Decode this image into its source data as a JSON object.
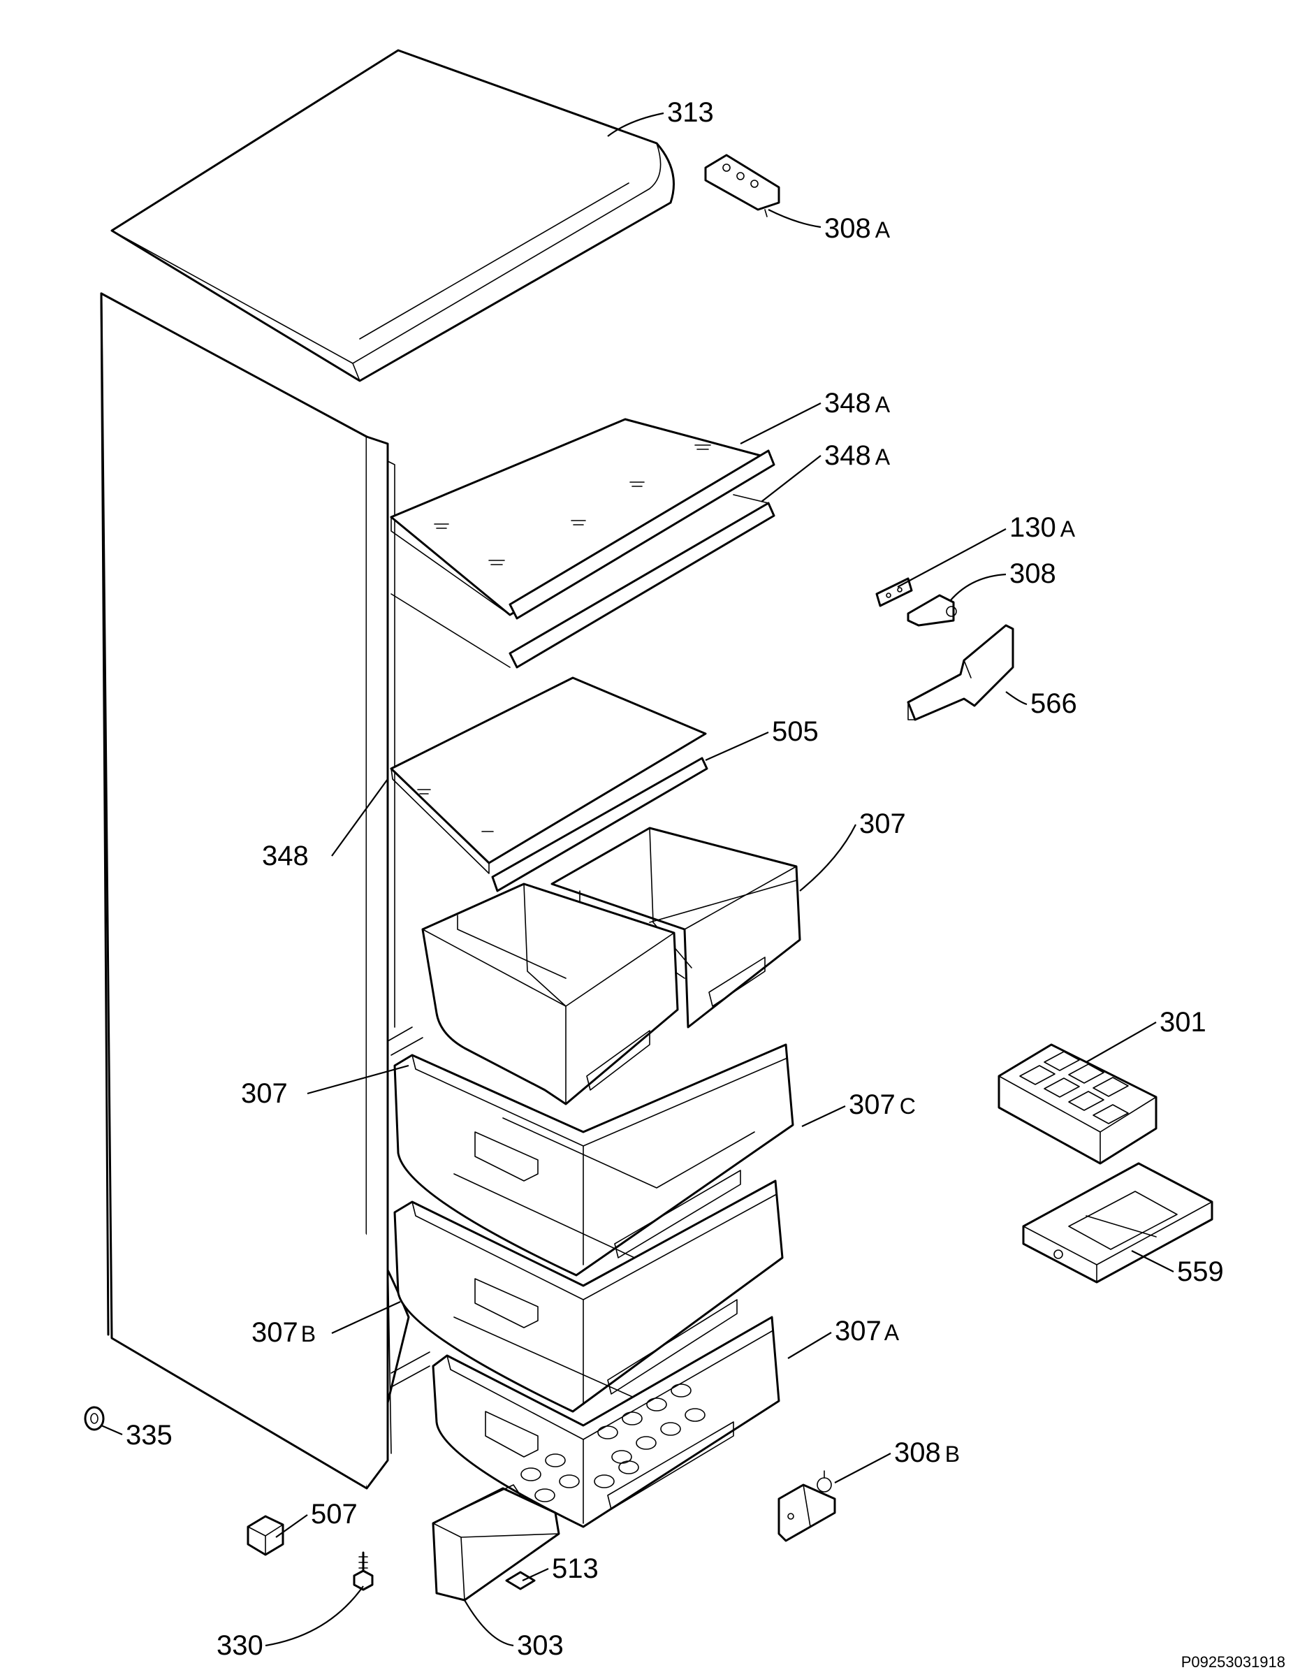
{
  "callouts": [
    {
      "id": "313",
      "num": "313",
      "suffix": ""
    },
    {
      "id": "308a",
      "num": "308",
      "suffix": "A"
    },
    {
      "id": "348a-top",
      "num": "348",
      "suffix": "A"
    },
    {
      "id": "348a-second",
      "num": "348",
      "suffix": "A"
    },
    {
      "id": "130a",
      "num": "130",
      "suffix": "A"
    },
    {
      "id": "308",
      "num": "308",
      "suffix": ""
    },
    {
      "id": "566",
      "num": "566",
      "suffix": ""
    },
    {
      "id": "505",
      "num": "505",
      "suffix": ""
    },
    {
      "id": "307-right",
      "num": "307",
      "suffix": ""
    },
    {
      "id": "348",
      "num": "348",
      "suffix": ""
    },
    {
      "id": "301",
      "num": "301",
      "suffix": ""
    },
    {
      "id": "307-left",
      "num": "307",
      "suffix": ""
    },
    {
      "id": "307c",
      "num": "307",
      "suffix": "C"
    },
    {
      "id": "559",
      "num": "559",
      "suffix": ""
    },
    {
      "id": "307b",
      "num": "307",
      "suffix": "B"
    },
    {
      "id": "307a",
      "num": "307",
      "suffix": "A"
    },
    {
      "id": "335",
      "num": "335",
      "suffix": ""
    },
    {
      "id": "308b",
      "num": "308",
      "suffix": "B"
    },
    {
      "id": "507",
      "num": "507",
      "suffix": ""
    },
    {
      "id": "513",
      "num": "513",
      "suffix": ""
    },
    {
      "id": "330",
      "num": "330",
      "suffix": ""
    },
    {
      "id": "303",
      "num": "303",
      "suffix": ""
    }
  ],
  "drawing_number": "P09253031918"
}
